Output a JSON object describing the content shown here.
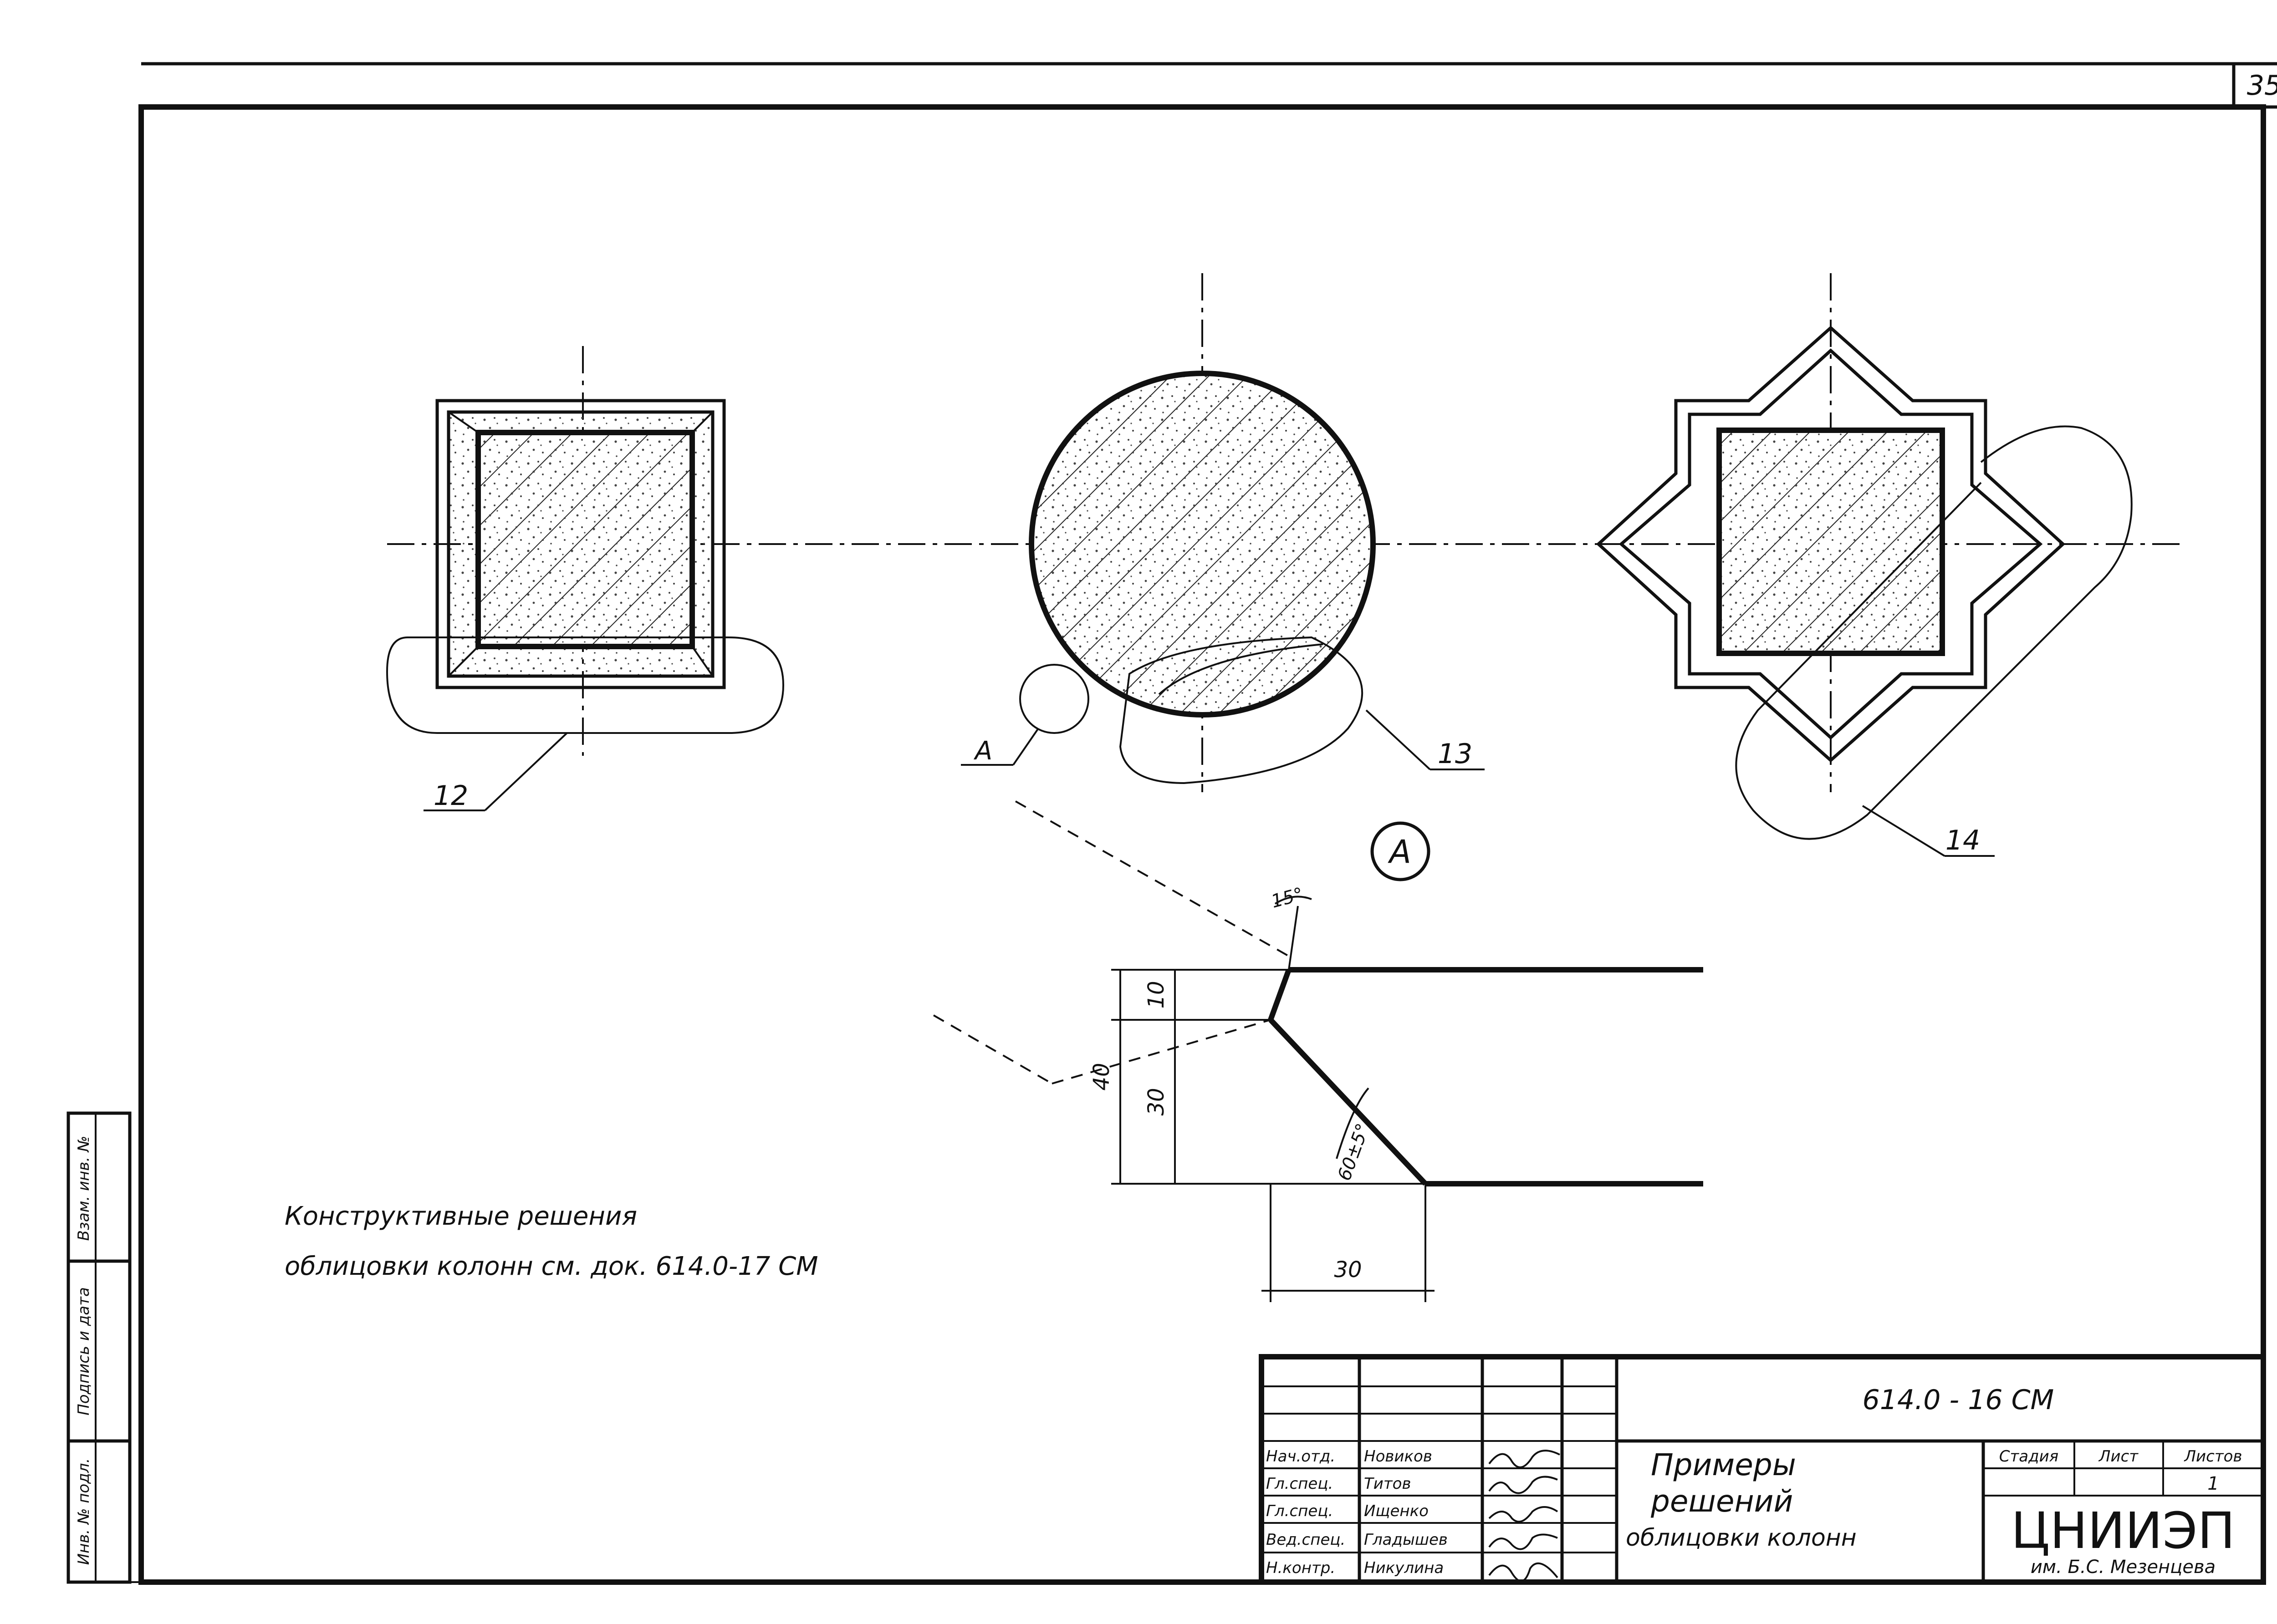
{
  "sheet": {
    "page_number": "35"
  },
  "details": {
    "square_callout": "12",
    "round_callout": "13",
    "star_callout": "14",
    "round_detail_ref": "A",
    "detail_title": "A"
  },
  "dimensions": {
    "angle_top": "15°",
    "d10": "10",
    "d30_vertical": "30",
    "d40": "40",
    "angle_bottom": "60±5°",
    "d30_horizontal": "30"
  },
  "note": {
    "line1": "Конструктивные решения",
    "line2": "облицовки колонн см. док. 614.0-17 СМ"
  },
  "side_stamp": {
    "cell1": "Взам. инв. №",
    "cell2": "Подпись и дата",
    "cell3": "Инв. № подл."
  },
  "title_block": {
    "doc_code": "614.0 - 16 СМ",
    "title_line1": "Примеры",
    "title_line2": "решений",
    "title_line3": "облицовки колонн",
    "stage_header": "Стадия",
    "sheet_header": "Лист",
    "sheets_header": "Листов",
    "sheets_value": "1",
    "org_name": "ЦНИИЭП",
    "org_sub": "им. Б.С. Мезенцева",
    "roles": [
      "Нач.отд.",
      "Гл.спец.",
      "Гл.спец.",
      "Вед.спец.",
      "Н.контр."
    ],
    "names": [
      "Новиков",
      "Титов",
      "Ищенко",
      "Гладышев",
      "Никулина"
    ]
  }
}
